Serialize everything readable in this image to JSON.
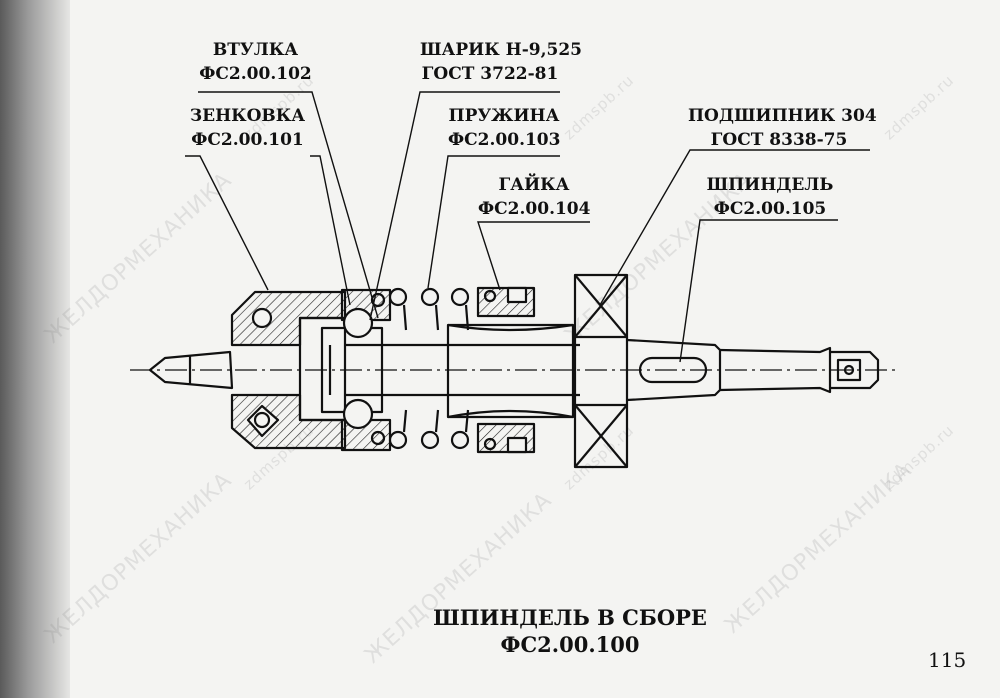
{
  "labels": {
    "bushing": {
      "name": "ВТУЛКА",
      "code": "ФС2.00.102"
    },
    "ball": {
      "name": "ШАРИК Н-9,525",
      "code": "ГОСТ 3722-81"
    },
    "countersink": {
      "name": "ЗЕНКОВКА",
      "code": "ФС2.00.101"
    },
    "spring": {
      "name": "ПРУЖИНА",
      "code": "ФС2.00.103"
    },
    "bearing": {
      "name": "ПОДШИПНИК 304",
      "code": "ГОСТ 8338-75"
    },
    "nut": {
      "name": "ГАЙКА",
      "code": "ФС2.00.104"
    },
    "spindle": {
      "name": "ШПИНДЕЛЬ",
      "code": "ФС2.00.105"
    }
  },
  "title": {
    "line1": "ШПИНДЕЛЬ В СБОРЕ",
    "line2": "ФС2.00.100"
  },
  "page_number": "115",
  "watermarks": {
    "brand": "ЖЕЛДОРМЕХАНИКА",
    "site": "zdmspb.ru"
  }
}
